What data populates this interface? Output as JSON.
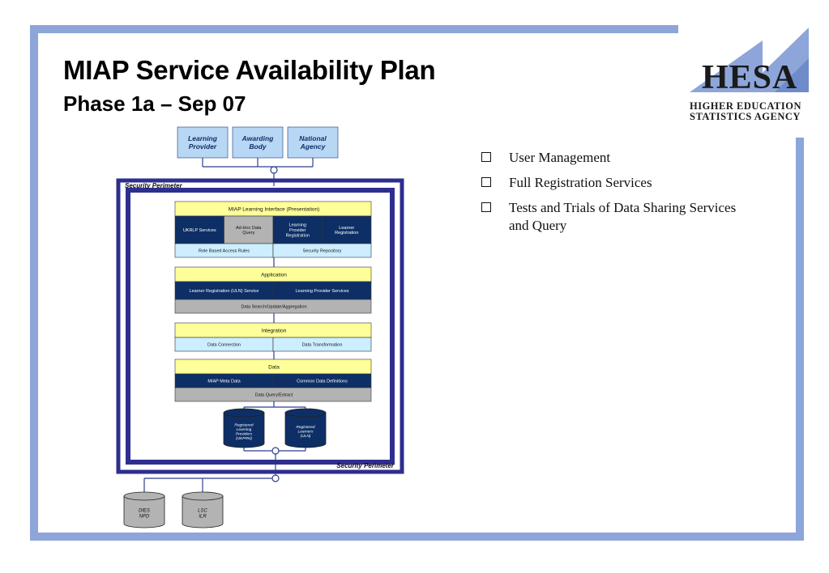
{
  "slide": {
    "title": "MIAP Service Availability Plan",
    "subtitle": "Phase 1a – Sep 07"
  },
  "logo": {
    "word": "HESA",
    "line1": "HIGHER EDUCATION",
    "line2": "STATISTICS AGENCY"
  },
  "bullets": [
    "User Management",
    "Full Registration Services",
    "Tests and Trials of Data Sharing Services and Query"
  ],
  "diagram": {
    "top_boxes": [
      [
        "Learning",
        "Provider"
      ],
      [
        "Awarding",
        "Body"
      ],
      [
        "National",
        "Agency"
      ]
    ],
    "perimeter_top": "Security Perimeter",
    "perimeter_bottom": "Security Perimeter",
    "presentation": {
      "header": "MIAP Learning Interface (Presentation)",
      "cells": [
        [
          "UKRLP Services"
        ],
        [
          "Ad-Hoc Data",
          "Query"
        ],
        [
          "Learning",
          "Provider",
          "Registration"
        ],
        [
          "Learner",
          "Registration"
        ]
      ],
      "bottom": [
        "Role Based Access Rules",
        "Security Repository"
      ]
    },
    "application": {
      "header": "Application",
      "cells": [
        "Learner Registration (ULN) Service",
        "Learning Provider Services"
      ],
      "bottom": "Data Search/Update/Aggregation"
    },
    "integration": {
      "header": "Integration",
      "cells": [
        "Data Connection",
        "Data Transformation"
      ]
    },
    "data": {
      "header": "Data",
      "cells": [
        "MIAP Meta Data",
        "Common Data Definitions"
      ],
      "bottom": "Data Query/Extract"
    },
    "databases": [
      [
        "Registered",
        "Learning",
        "Providers",
        "(UKPRN)"
      ],
      [
        "Registered",
        "Learners",
        "(ULN)"
      ]
    ],
    "external_dbs": [
      [
        "DfES",
        "NPD"
      ],
      [
        "LSC",
        "ILR"
      ]
    ]
  },
  "colors": {
    "frame": "#8da5d9",
    "perimeter": "#2e2e8f",
    "header_yellow": "#ffff99",
    "navy": "#0d2f66",
    "light_blue": "#cceeff",
    "gray": "#b3b3b3",
    "top_box": "#b8d7f5"
  }
}
